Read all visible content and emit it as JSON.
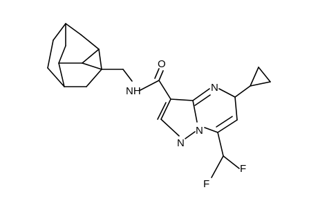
{
  "labels": {
    "amide_nh": "NH",
    "carbonyl_o": "O",
    "pyrimidine_n": "N",
    "bridge_n": "N",
    "pyrazole_n": "N",
    "fluorine_left": "F",
    "fluorine_right": "F"
  }
}
